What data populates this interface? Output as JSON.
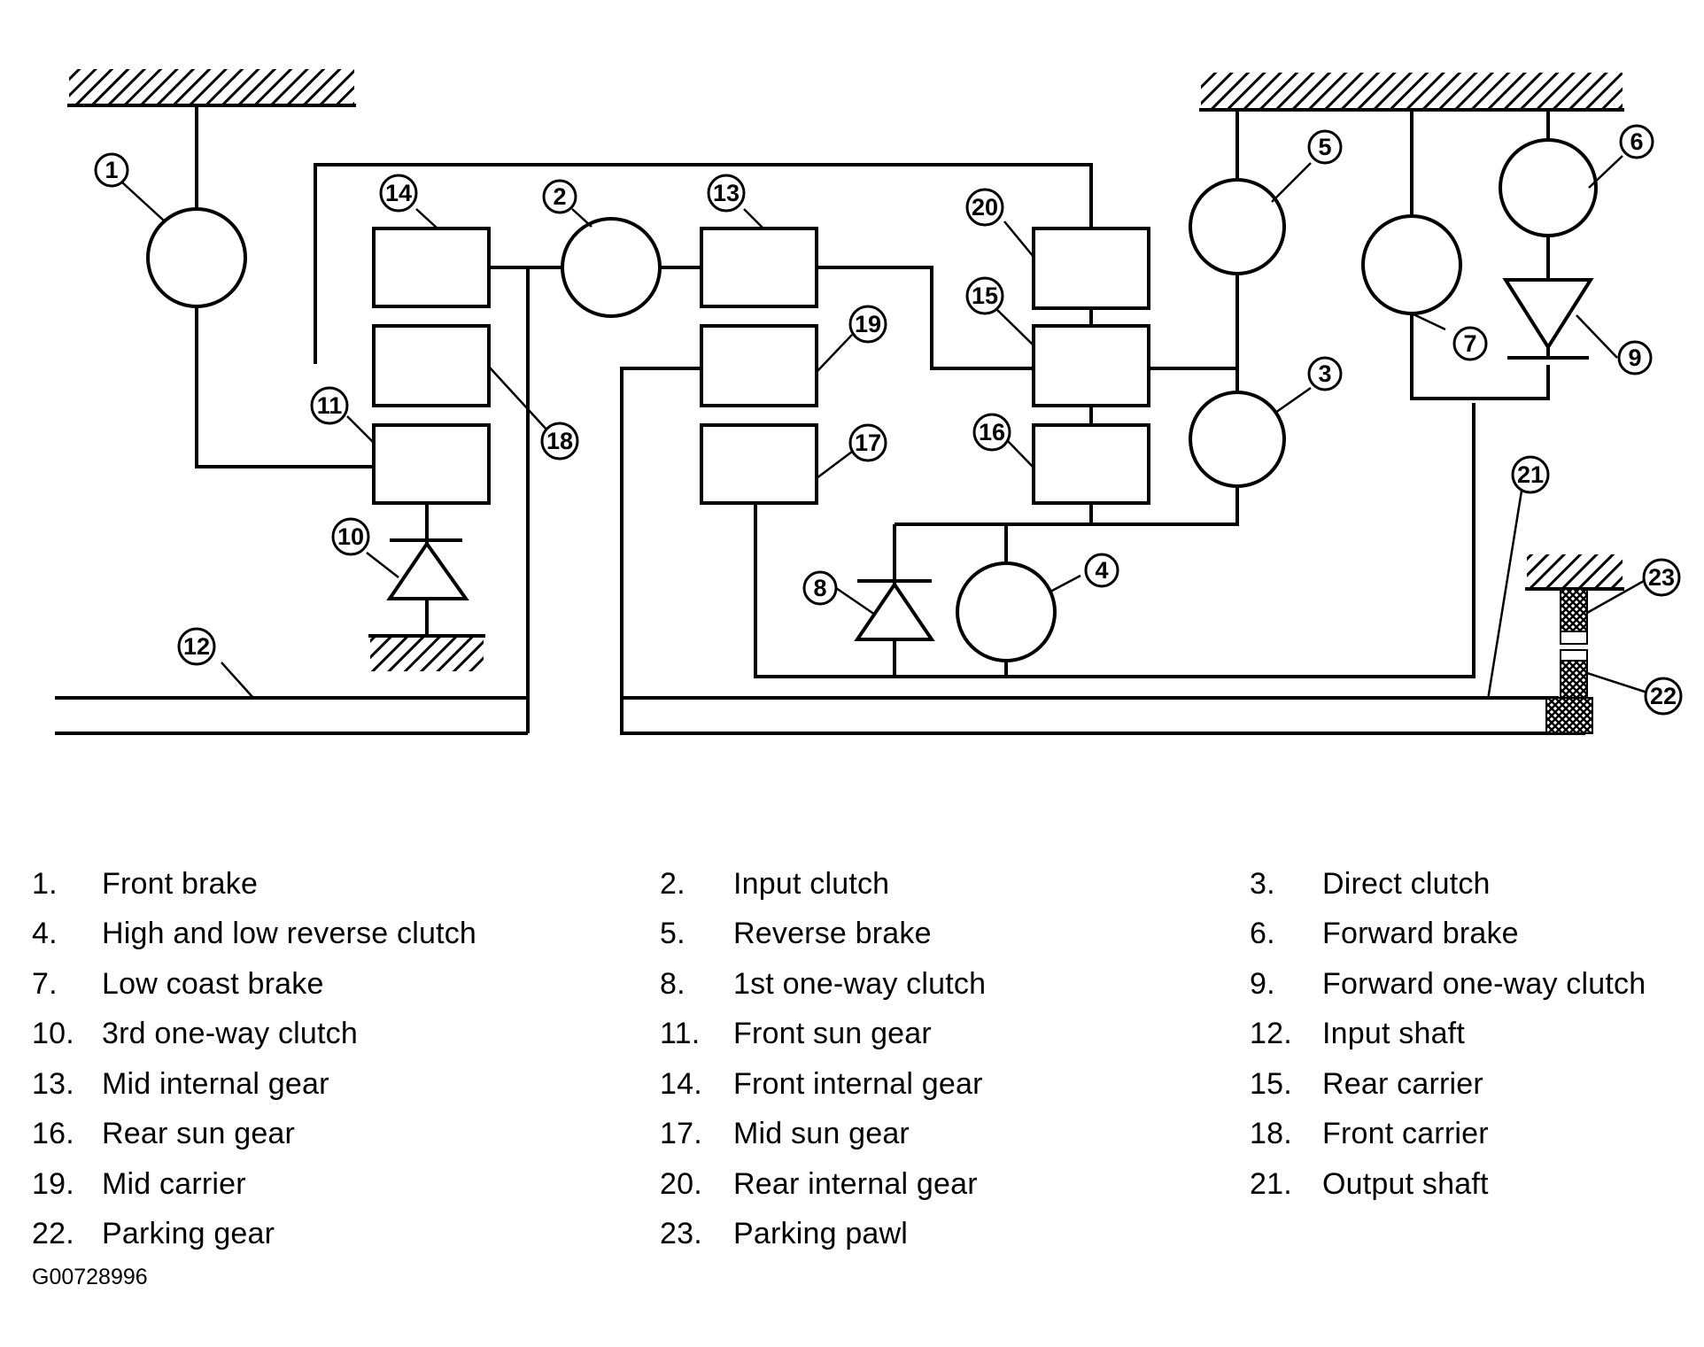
{
  "figure_id": "G00728996",
  "callouts": [
    "1",
    "2",
    "3",
    "4",
    "5",
    "6",
    "7",
    "8",
    "9",
    "10",
    "11",
    "12",
    "13",
    "14",
    "15",
    "16",
    "17",
    "18",
    "19",
    "20",
    "21",
    "22",
    "23"
  ],
  "legend": [
    {
      "num": "1.",
      "label": "Front brake"
    },
    {
      "num": "2.",
      "label": "Input clutch"
    },
    {
      "num": "3.",
      "label": "Direct clutch"
    },
    {
      "num": "4.",
      "label": "High and low reverse clutch"
    },
    {
      "num": "5.",
      "label": "Reverse brake"
    },
    {
      "num": "6.",
      "label": "Forward brake"
    },
    {
      "num": "7.",
      "label": "Low coast brake"
    },
    {
      "num": "8.",
      "label": "1st one-way clutch"
    },
    {
      "num": "9.",
      "label": "Forward one-way clutch"
    },
    {
      "num": "10.",
      "label": "3rd one-way clutch"
    },
    {
      "num": "11.",
      "label": "Front sun gear"
    },
    {
      "num": "12.",
      "label": "Input shaft"
    },
    {
      "num": "13.",
      "label": "Mid internal gear"
    },
    {
      "num": "14.",
      "label": "Front internal gear"
    },
    {
      "num": "15.",
      "label": "Rear carrier"
    },
    {
      "num": "16.",
      "label": "Rear sun gear"
    },
    {
      "num": "17.",
      "label": "Mid sun gear"
    },
    {
      "num": "18.",
      "label": "Front carrier"
    },
    {
      "num": "19.",
      "label": "Mid carrier"
    },
    {
      "num": "20.",
      "label": "Rear internal gear"
    },
    {
      "num": "21.",
      "label": "Output shaft"
    },
    {
      "num": "22.",
      "label": "Parking gear"
    },
    {
      "num": "23.",
      "label": "Parking pawl"
    }
  ]
}
